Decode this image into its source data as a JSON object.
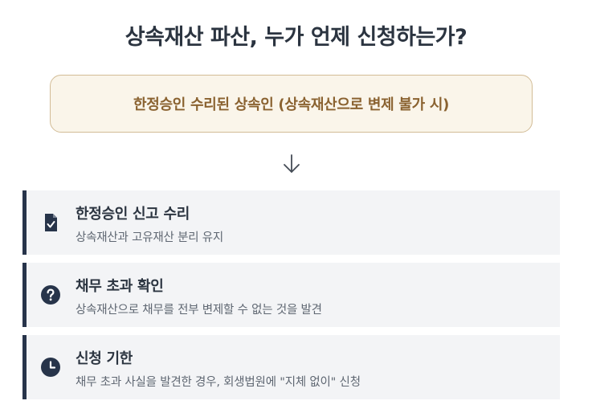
{
  "title": "상속재산 파산, 누가 언제 신청하는가?",
  "top_box": {
    "text": "한정승인 수리된 상속인 (상속재산으로 변제 불가 시)"
  },
  "cards": [
    {
      "icon": "document-check-icon",
      "title": "한정승인 신고 수리",
      "description": "상속재산과 고유재산 분리 유지"
    },
    {
      "icon": "question-circle-icon",
      "title": "채무 초과 확인",
      "description": "상속재산으로 채무를 전부 변제할 수 없는 것을 발견"
    },
    {
      "icon": "clock-icon",
      "title": "신청 기한",
      "description": "채무 초과 사실을 발견한 경우, 회생법원에 \"지체 없이\" 신청"
    }
  ],
  "colors": {
    "accent_dark": "#27344a",
    "top_box_bg": "#faf5ea",
    "top_box_border": "#d2bc96",
    "top_box_text": "#8a6230",
    "card_bg": "#f3f4f6"
  }
}
